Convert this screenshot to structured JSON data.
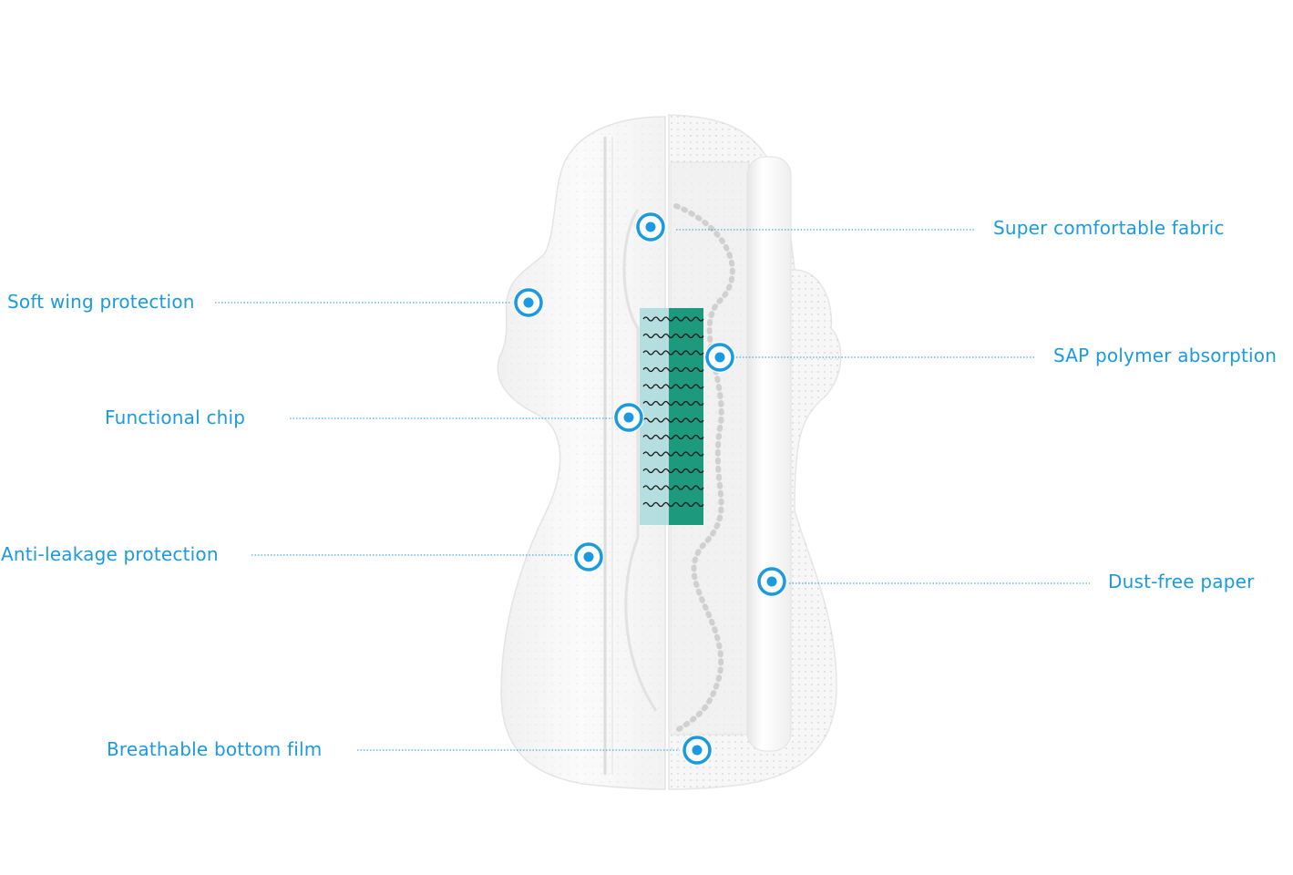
{
  "colors": {
    "accent": "#1a9ae0",
    "pad_white": "#fafafa",
    "pad_shade": "#e9e9e9",
    "strip_core": "#1d9a7e",
    "strip_light": "#a9d9dc"
  },
  "callouts": [
    {
      "id": "super-comfortable-fabric",
      "label": "Super comfortable fabric",
      "side": "right"
    },
    {
      "id": "soft-wing-protection",
      "label": "Soft wing protection",
      "side": "left"
    },
    {
      "id": "sap-polymer-absorption",
      "label": "SAP polymer absorption",
      "side": "right"
    },
    {
      "id": "functional-chip",
      "label": "Functional chip",
      "side": "left"
    },
    {
      "id": "anti-leakage-protection",
      "label": "Anti-leakage protection",
      "side": "left"
    },
    {
      "id": "dust-free-paper",
      "label": "Dust-free paper",
      "side": "right"
    },
    {
      "id": "breathable-bottom-film",
      "label": "Breathable bottom film",
      "side": "left"
    }
  ]
}
